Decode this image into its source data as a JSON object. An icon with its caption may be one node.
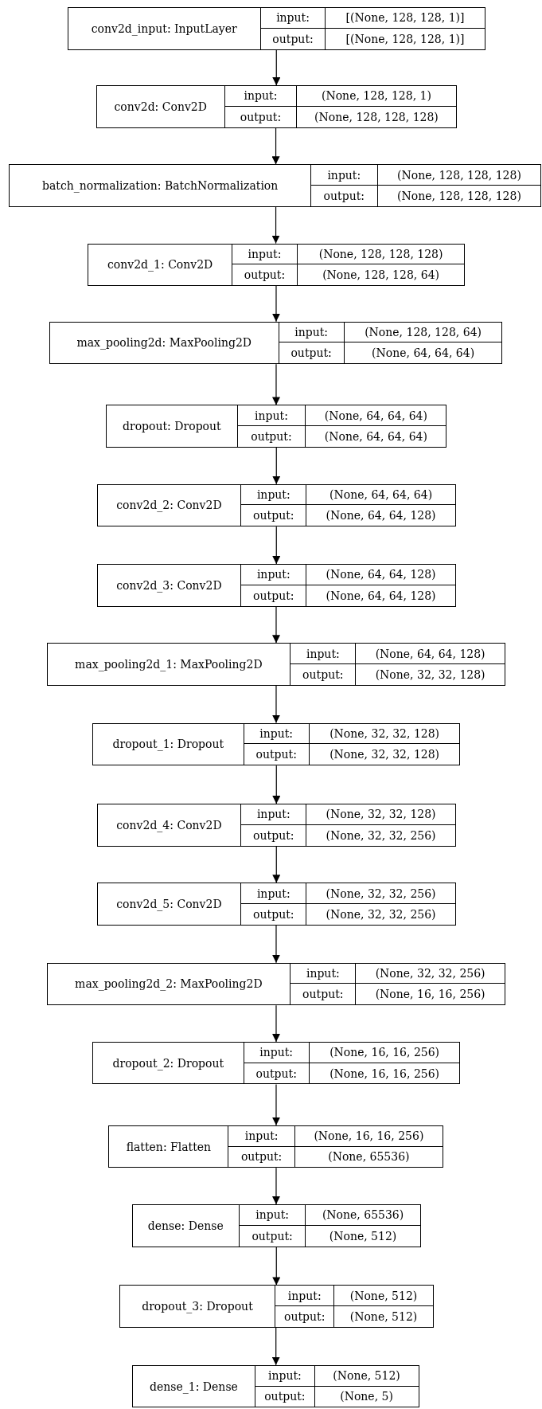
{
  "diagram": {
    "nodes": [
      {
        "text": [
          "conv2d_input: InputLayer",
          "input:",
          "[(None, 128, 128, 1)]",
          "output:",
          "[(None, 128, 128, 1)]"
        ]
      },
      {
        "text": [
          "conv2d: Conv2D",
          "input:",
          "(None, 128, 128, 1)",
          "output:",
          "(None, 128, 128, 128)"
        ]
      },
      {
        "text": [
          "batch_normalization: BatchNormalization",
          "input:",
          "(None, 128, 128, 128)",
          "output:",
          "(None, 128, 128, 128)"
        ]
      },
      {
        "text": [
          "conv2d_1: Conv2D",
          "input:",
          "(None, 128, 128, 128)",
          "output:",
          "(None, 128, 128, 64)"
        ]
      },
      {
        "text": [
          "max_pooling2d: MaxPooling2D",
          "input:",
          "(None, 128, 128, 64)",
          "output:",
          "(None, 64, 64, 64)"
        ]
      },
      {
        "text": [
          "dropout: Dropout",
          "input:",
          "(None, 64, 64, 64)",
          "output:",
          "(None, 64, 64, 64)"
        ]
      },
      {
        "text": [
          "conv2d_2: Conv2D",
          "input:",
          "(None, 64, 64, 64)",
          "output:",
          "(None, 64, 64, 128)"
        ]
      },
      {
        "text": [
          "conv2d_3: Conv2D",
          "input:",
          "(None, 64, 64, 128)",
          "output:",
          "(None, 64, 64, 128)"
        ]
      },
      {
        "text": [
          "max_pooling2d_1: MaxPooling2D",
          "input:",
          "(None, 64, 64, 128)",
          "output:",
          "(None, 32, 32, 128)"
        ]
      },
      {
        "text": [
          "dropout_1: Dropout",
          "input:",
          "(None, 32, 32, 128)",
          "output:",
          "(None, 32, 32, 128)"
        ]
      },
      {
        "text": [
          "conv2d_4: Conv2D",
          "input:",
          "(None, 32, 32, 128)",
          "output:",
          "(None, 32, 32, 256)"
        ]
      },
      {
        "text": [
          "conv2d_5: Conv2D",
          "input:",
          "(None, 32, 32, 256)",
          "output:",
          "(None, 32, 32, 256)"
        ]
      },
      {
        "text": [
          "max_pooling2d_2: MaxPooling2D",
          "input:",
          "(None, 32, 32, 256)",
          "output:",
          "(None, 16, 16, 256)"
        ]
      },
      {
        "text": [
          "dropout_2: Dropout",
          "input:",
          "(None, 16, 16, 256)",
          "output:",
          "(None, 16, 16, 256)"
        ]
      },
      {
        "text": [
          "flatten: Flatten",
          "input:",
          "(None, 16, 16, 256)",
          "output:",
          "(None, 65536)"
        ]
      },
      {
        "text": [
          "dense: Dense",
          "input:",
          "(None, 65536)",
          "output:",
          "(None, 512)"
        ]
      },
      {
        "text": [
          "dropout_3: Dropout",
          "input:",
          "(None, 512)",
          "output:",
          "(None, 512)"
        ]
      },
      {
        "text": [
          "dense_1: Dense",
          "input:",
          "(None, 512)",
          "output:",
          "(None, 5)"
        ]
      }
    ],
    "edges": [
      {
        "from": 0,
        "to": 1,
        "arrow": "to"
      },
      {
        "from": 1,
        "to": 2,
        "arrow": "to"
      },
      {
        "from": 2,
        "to": 3,
        "arrow": "to"
      },
      {
        "from": 3,
        "to": 4,
        "arrow": "to"
      },
      {
        "from": 4,
        "to": 5,
        "arrow": "to"
      },
      {
        "from": 5,
        "to": 6,
        "arrow": "to"
      },
      {
        "from": 6,
        "to": 7,
        "arrow": "to"
      },
      {
        "from": 7,
        "to": 8,
        "arrow": "to"
      },
      {
        "from": 8,
        "to": 9,
        "arrow": "to"
      },
      {
        "from": 9,
        "to": 10,
        "arrow": "to"
      },
      {
        "from": 10,
        "to": 11,
        "arrow": "to"
      },
      {
        "from": 11,
        "to": 12,
        "arrow": "to"
      },
      {
        "from": 12,
        "to": 13,
        "arrow": "to"
      },
      {
        "from": 13,
        "to": 14,
        "arrow": "to"
      },
      {
        "from": 14,
        "to": 15,
        "arrow": "to"
      },
      {
        "from": 15,
        "to": 16,
        "arrow": "to"
      },
      {
        "from": 16,
        "to": 17,
        "arrow": "to"
      }
    ]
  }
}
